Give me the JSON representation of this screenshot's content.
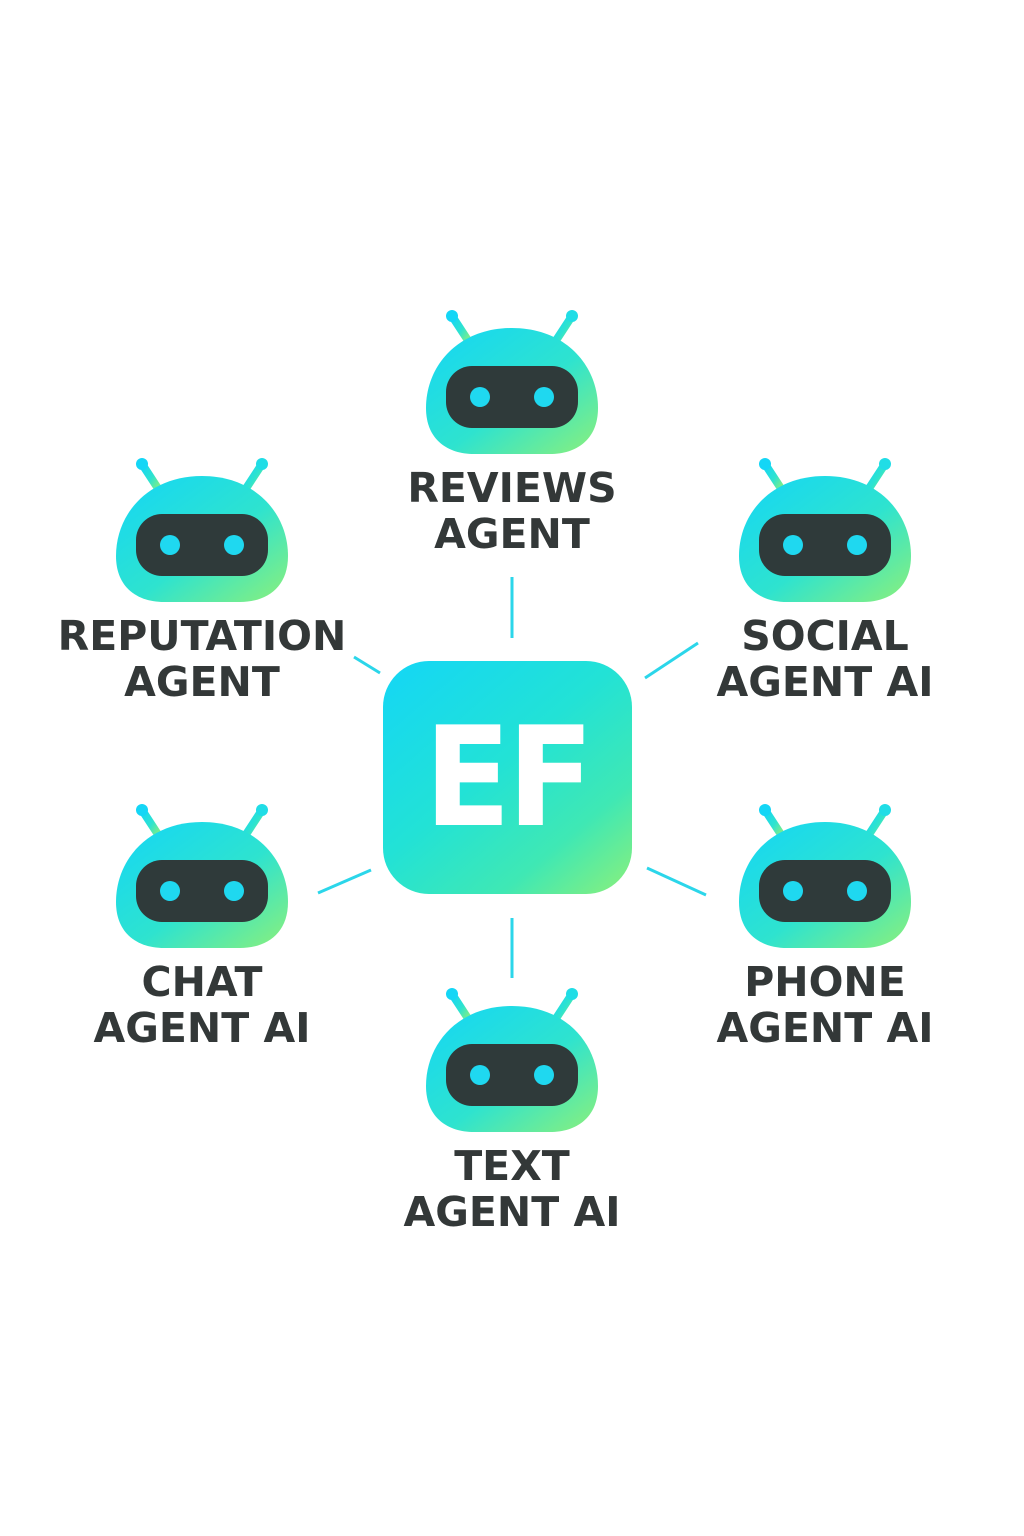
{
  "hub": {
    "label": "EF"
  },
  "agents": [
    {
      "line1": "REVIEWS",
      "line2": "AGENT"
    },
    {
      "line1": "REPUTATION",
      "line2": "AGENT"
    },
    {
      "line1": "SOCIAL",
      "line2": "AGENT AI"
    },
    {
      "line1": "CHAT",
      "line2": "AGENT AI"
    },
    {
      "line1": "PHONE",
      "line2": "AGENT AI"
    },
    {
      "line1": "TEXT",
      "line2": "AGENT AI"
    }
  ],
  "colors": {
    "gradient_start": "#14d6f6",
    "gradient_end": "#8cf07a",
    "visor": "#2f3a3a",
    "eyes": "#1fd8f0",
    "label_text": "#333838",
    "connector": "#2bd6ea"
  }
}
